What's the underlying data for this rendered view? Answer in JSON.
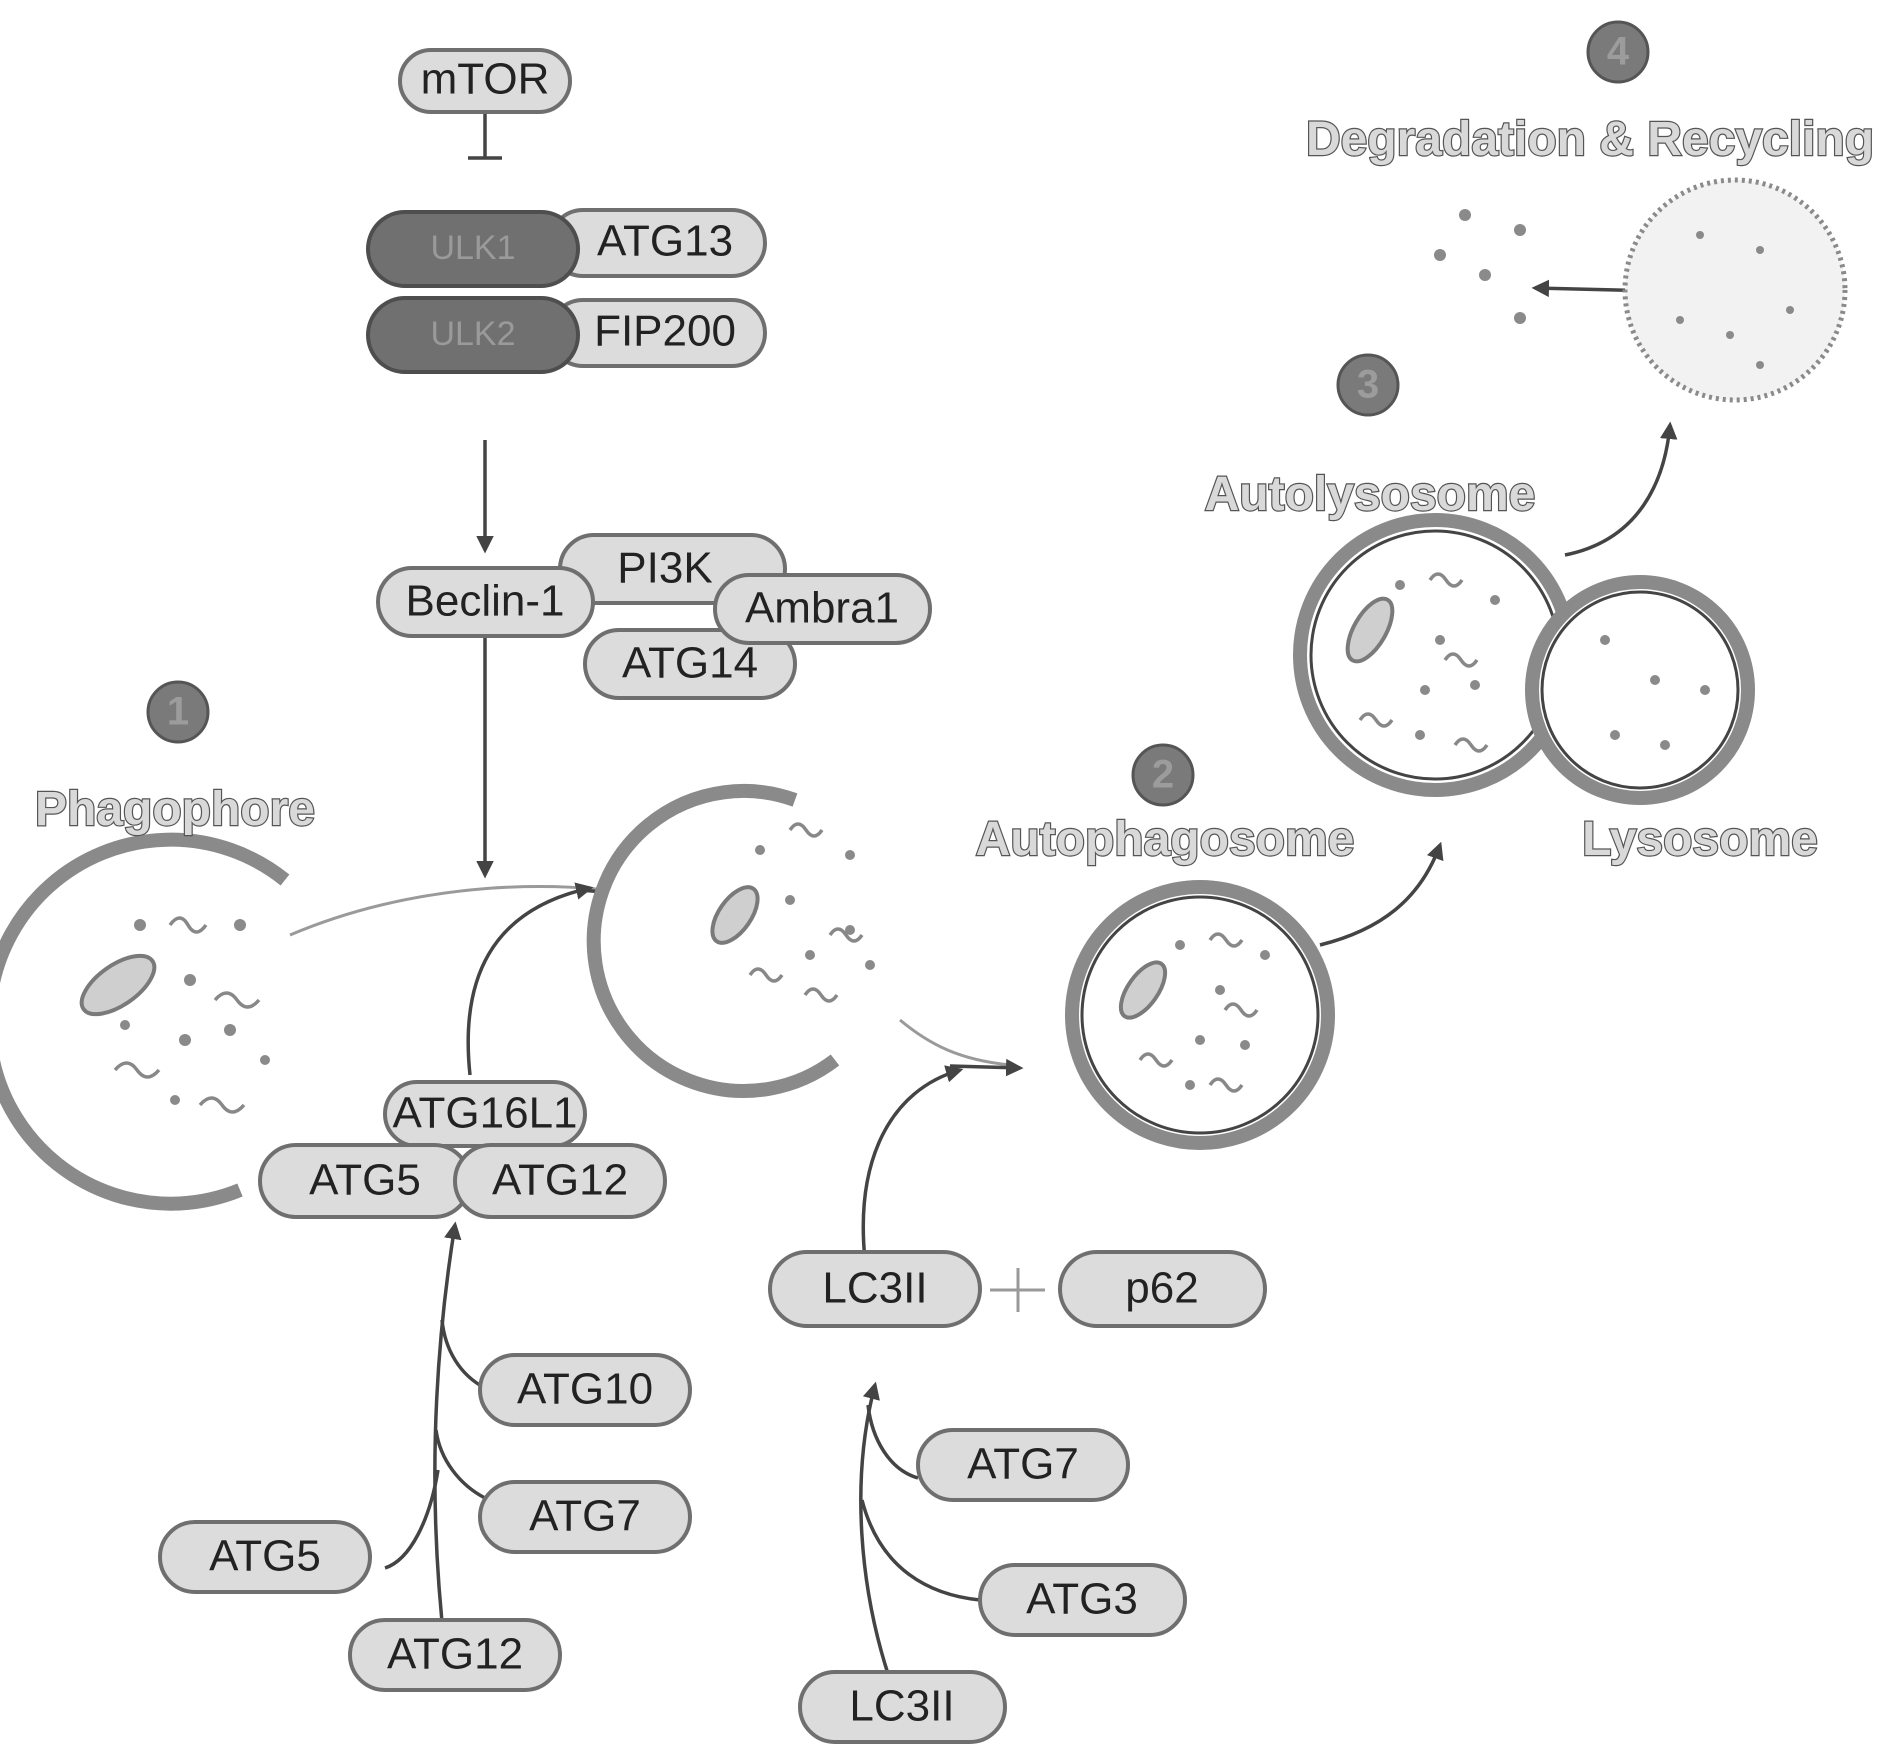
{
  "nodes": {
    "mtor": "mTOR",
    "ulk1": "ULK1",
    "ulk2": "ULK2",
    "atg13": "ATG13",
    "fip200": "FIP200",
    "beclin1": "Beclin-1",
    "pi3k": "PI3K",
    "ambra1": "Ambra1",
    "atg14": "ATG14",
    "atg16l1": "ATG16L1",
    "atg5_complex": "ATG5",
    "atg12_complex": "ATG12",
    "atg10": "ATG10",
    "atg7_left": "ATG7",
    "atg5_free": "ATG5",
    "atg12_free": "ATG12",
    "lc3ii": "LC3II",
    "p62": "p62",
    "atg7_right": "ATG7",
    "atg3": "ATG3",
    "lc3i": "LC3II"
  },
  "stages": {
    "step1_number": "1",
    "step1_label": "Phagophore",
    "step2_number": "2",
    "step2_label": "Autophagosome",
    "step3_number": "3",
    "step3_label": "Autolysosome",
    "step4_number": "4",
    "step4_label": "Degradation & Recycling",
    "lysosome_label": "Lysosome"
  },
  "colors": {
    "pill_fill": "#dcdcdc",
    "pill_dark": "#707070",
    "membrane": "#8a8a8a",
    "line": "#444444"
  }
}
